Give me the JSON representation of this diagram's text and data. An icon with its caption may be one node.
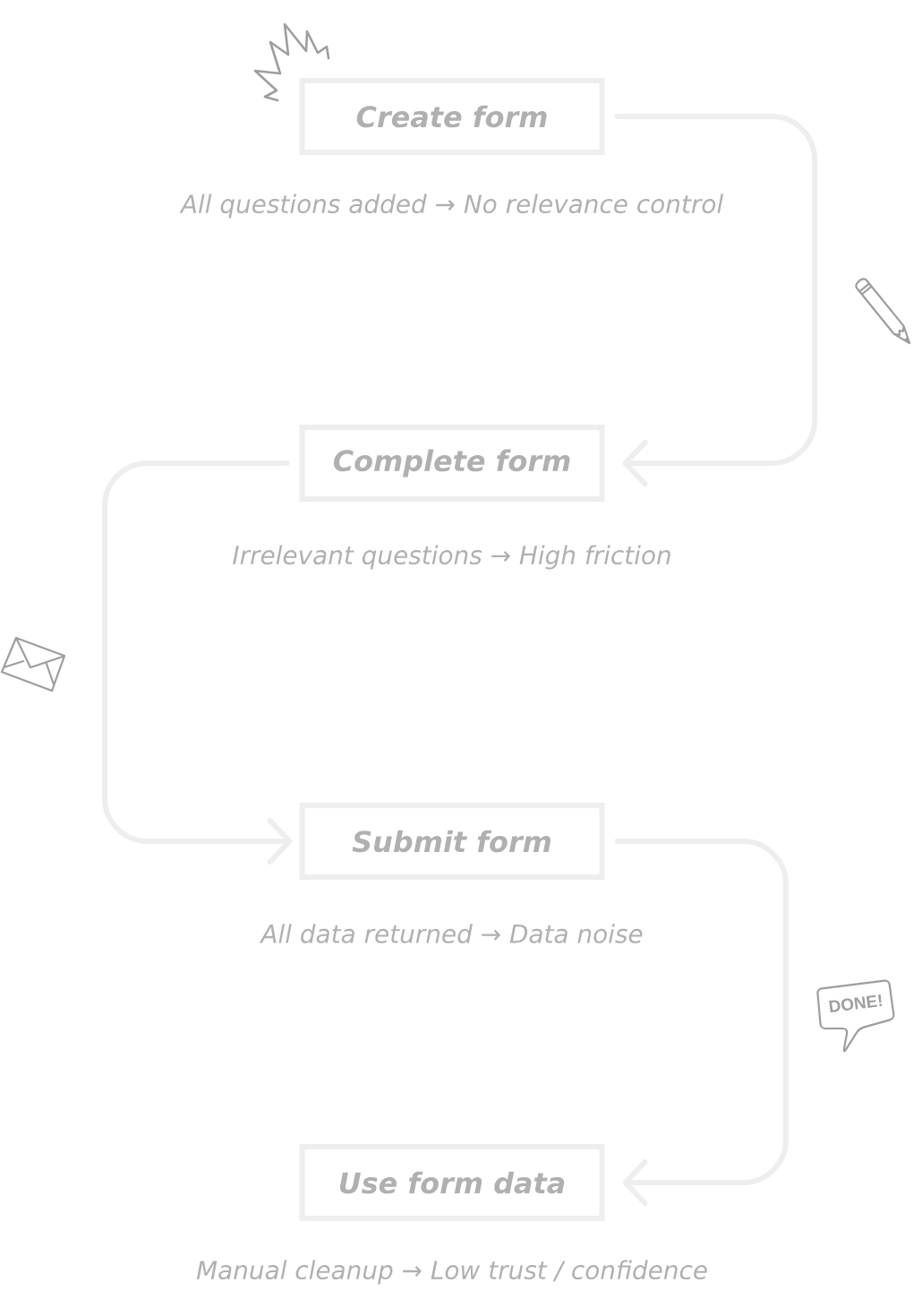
{
  "diagram": {
    "nodes": [
      {
        "text": [
          "Create form"
        ],
        "beside": [
          "All questions added → No relevance control"
        ]
      },
      {
        "text": [
          "Complete form"
        ],
        "beside": [
          "Irrelevant questions → High friction"
        ]
      },
      {
        "text": [
          "Submit form"
        ],
        "beside": [
          "All data returned → Data noise"
        ]
      },
      {
        "text": [
          "Use form data"
        ],
        "beside": [
          "Manual cleanup → Low trust / confidence"
        ]
      },
      {
        "text": [
          "DONE!"
        ]
      }
    ],
    "edges": [
      {
        "from": 0,
        "to": 1,
        "arrow": "to"
      },
      {
        "from": 1,
        "to": 2,
        "arrow": "to"
      },
      {
        "from": 2,
        "to": 3,
        "arrow": "to"
      }
    ]
  }
}
